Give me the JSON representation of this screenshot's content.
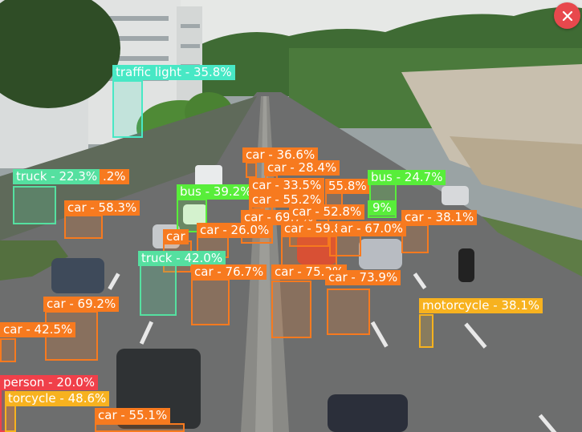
{
  "colors": {
    "car": "#f77a1f",
    "truck": "#55e0a0",
    "bus": "#58ee3a",
    "traffic_light": "#48e8c5",
    "motorcycle": "#f7b21f",
    "person": "#f0404a",
    "close": "#e8484d"
  },
  "close_icon": "close-icon",
  "detections": [
    {
      "label": "traffic light - 35.8%",
      "cls": "traffic_light"
    },
    {
      "label": "truck - 22.3%",
      "cls": "truck"
    },
    {
      "label": ".2%",
      "cls": "car"
    },
    {
      "label": "car - 58.3%",
      "cls": "car"
    },
    {
      "label": "bus - 39.2%",
      "cls": "bus"
    },
    {
      "label": "car - 36.6%",
      "cls": "car"
    },
    {
      "label": "car - 28.4%",
      "cls": "car"
    },
    {
      "label": "car - 33.5%",
      "cls": "car"
    },
    {
      "label": "55.8%",
      "cls": "car"
    },
    {
      "label": "car - 55.2%",
      "cls": "car"
    },
    {
      "label": "bus - 24.7%",
      "cls": "bus"
    },
    {
      "label": "9%",
      "cls": "bus"
    },
    {
      "label": "car - 69.7%",
      "cls": "car"
    },
    {
      "label": "car - 52.8%",
      "cls": "car"
    },
    {
      "label": "car - 38.1%",
      "cls": "car"
    },
    {
      "label": "car - 26.0%",
      "cls": "car"
    },
    {
      "label": "car - 59.8%",
      "cls": "car"
    },
    {
      "label": "ar - 67.0%",
      "cls": "car"
    },
    {
      "label": "car",
      "cls": "car"
    },
    {
      "label": "truck - 42.0%",
      "cls": "truck"
    },
    {
      "label": "car - 76.7%",
      "cls": "car"
    },
    {
      "label": "car - 75.3%",
      "cls": "car"
    },
    {
      "label": "car - 73.9%",
      "cls": "car"
    },
    {
      "label": "car - 69.2%",
      "cls": "car"
    },
    {
      "label": "motorcycle - 38.1%",
      "cls": "motorcycle"
    },
    {
      "label": "car - 42.5%",
      "cls": "car"
    },
    {
      "label": "person - 20.0%",
      "cls": "person"
    },
    {
      "label": "torcycle - 48.6%",
      "cls": "motorcycle"
    },
    {
      "label": "car - 55.1%",
      "cls": "car"
    }
  ]
}
